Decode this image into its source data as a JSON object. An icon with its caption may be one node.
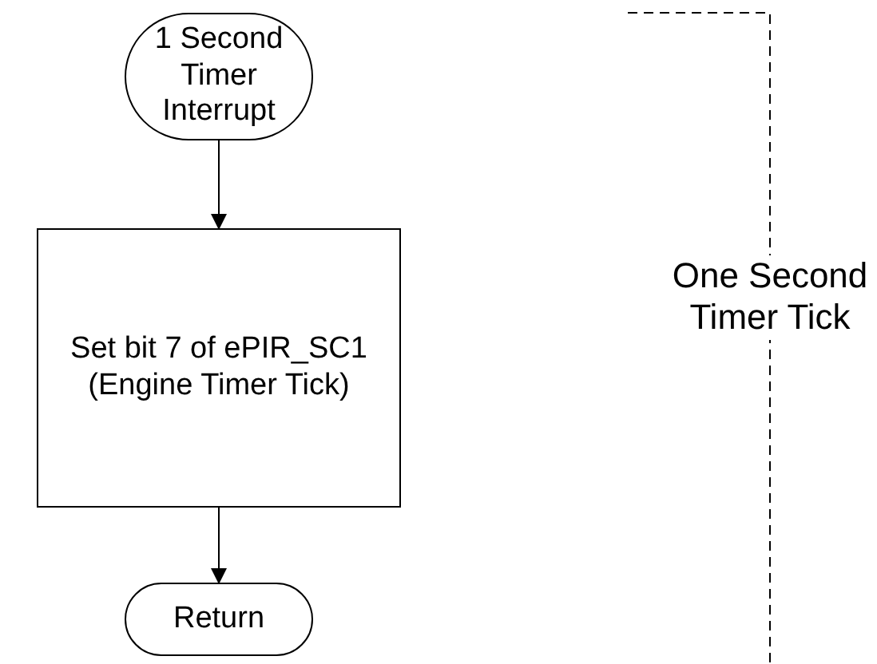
{
  "diagram": {
    "nodes": [
      {
        "text": [
          "1 Second Timer Interrupt"
        ]
      },
      {
        "text": [
          "Set bit 7 of ePIR_SC1 (Engine Timer Tick)"
        ]
      },
      {
        "text": [
          "Return"
        ]
      }
    ],
    "edges": [
      {
        "from": 0,
        "to": 1,
        "arrow": "to"
      },
      {
        "from": 1,
        "to": 2,
        "arrow": "to"
      }
    ],
    "labels": [
      "One Second Timer Tick"
    ]
  }
}
